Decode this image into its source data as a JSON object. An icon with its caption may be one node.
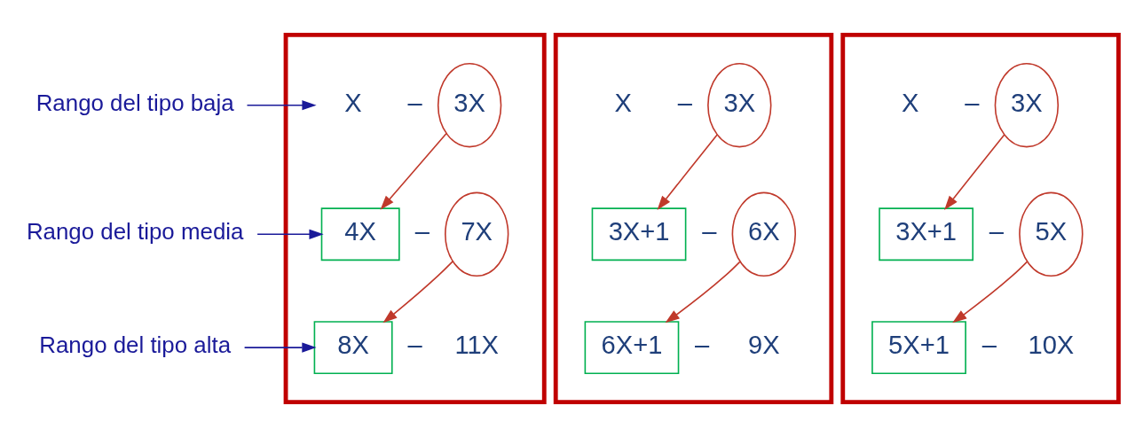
{
  "diagram": {
    "nodes": [
      {
        "text": [
          "Rango del tipo baja"
        ]
      },
      {
        "text": [
          "Rango del tipo media"
        ]
      },
      {
        "text": [
          "Rango del tipo alta"
        ]
      },
      {
        "text": [],
        "shape": "box"
      },
      {
        "text": [
          "X"
        ],
        "in": 3
      },
      {
        "text": [
          "3X"
        ],
        "in": 3
      },
      {
        "text": [
          "4X"
        ],
        "in": 3
      },
      {
        "text": [
          "7X"
        ],
        "in": 3
      },
      {
        "text": [
          "8X"
        ],
        "in": 3
      },
      {
        "text": [
          "11X"
        ],
        "in": 3
      },
      {
        "text": [],
        "shape": "box"
      },
      {
        "text": [
          "X"
        ],
        "in": 10
      },
      {
        "text": [
          "3X"
        ],
        "in": 10
      },
      {
        "text": [
          "3X+1"
        ],
        "in": 10
      },
      {
        "text": [
          "6X"
        ],
        "in": 10
      },
      {
        "text": [
          "6X+1"
        ],
        "in": 10
      },
      {
        "text": [
          "9X"
        ],
        "in": 10
      },
      {
        "text": [],
        "shape": "box"
      },
      {
        "text": [
          "X"
        ],
        "in": 17
      },
      {
        "text": [
          "3X"
        ],
        "in": 17
      },
      {
        "text": [
          "3X+1"
        ],
        "in": 17
      },
      {
        "text": [
          "5X"
        ],
        "in": 17
      },
      {
        "text": [
          "5X+1"
        ],
        "in": 17
      },
      {
        "text": [
          "10X"
        ],
        "in": 17
      }
    ],
    "edges": [
      {
        "from": 0,
        "to": 4,
        "arrow": "to",
        "color": "#1a1a99"
      },
      {
        "from": 1,
        "to": 6,
        "arrow": "to",
        "color": "#1a1a99"
      },
      {
        "from": 2,
        "to": 8,
        "arrow": "to",
        "color": "#1a1a99"
      },
      {
        "from": 5,
        "to": 6,
        "arrow": "to"
      },
      {
        "from": 7,
        "to": 8,
        "arrow": "to"
      },
      {
        "from": 12,
        "to": 13,
        "arrow": "to"
      },
      {
        "from": 14,
        "to": 15,
        "arrow": "to"
      },
      {
        "from": 19,
        "to": 20,
        "arrow": "to"
      },
      {
        "from": 21,
        "to": 22,
        "arrow": "to"
      }
    ],
    "labels": [
      "–",
      "–",
      "–",
      "–",
      "–",
      "–",
      "–",
      "–",
      "–"
    ]
  }
}
